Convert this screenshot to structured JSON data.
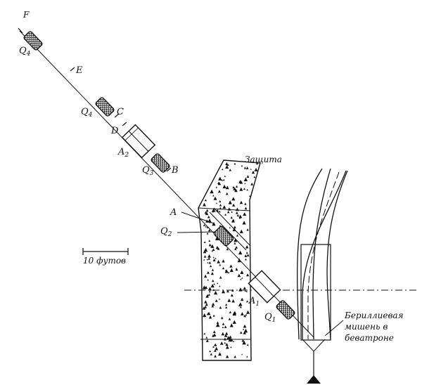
{
  "labels": {
    "F": "F",
    "Q4_top": "Q",
    "Q4_top_sub": "4",
    "E": "E",
    "Q4": "Q",
    "Q4_sub": "4",
    "C": "C",
    "D": "D",
    "A2": "A",
    "A2_sub": "2",
    "Q3": "Q",
    "Q3_sub": "3",
    "B": "B",
    "shield": "Защита",
    "A": "A",
    "Q2": "Q",
    "Q2_sub": "2",
    "scale": "10 футов",
    "A1": "A",
    "A1_sub": "1",
    "Q1": "Q",
    "Q1_sub": "1",
    "target_line1": "Бериллиевая",
    "target_line2": "мишень в",
    "target_line3": "беватроне"
  },
  "colors": {
    "ink": "#111111",
    "paper": "#ffffff"
  }
}
